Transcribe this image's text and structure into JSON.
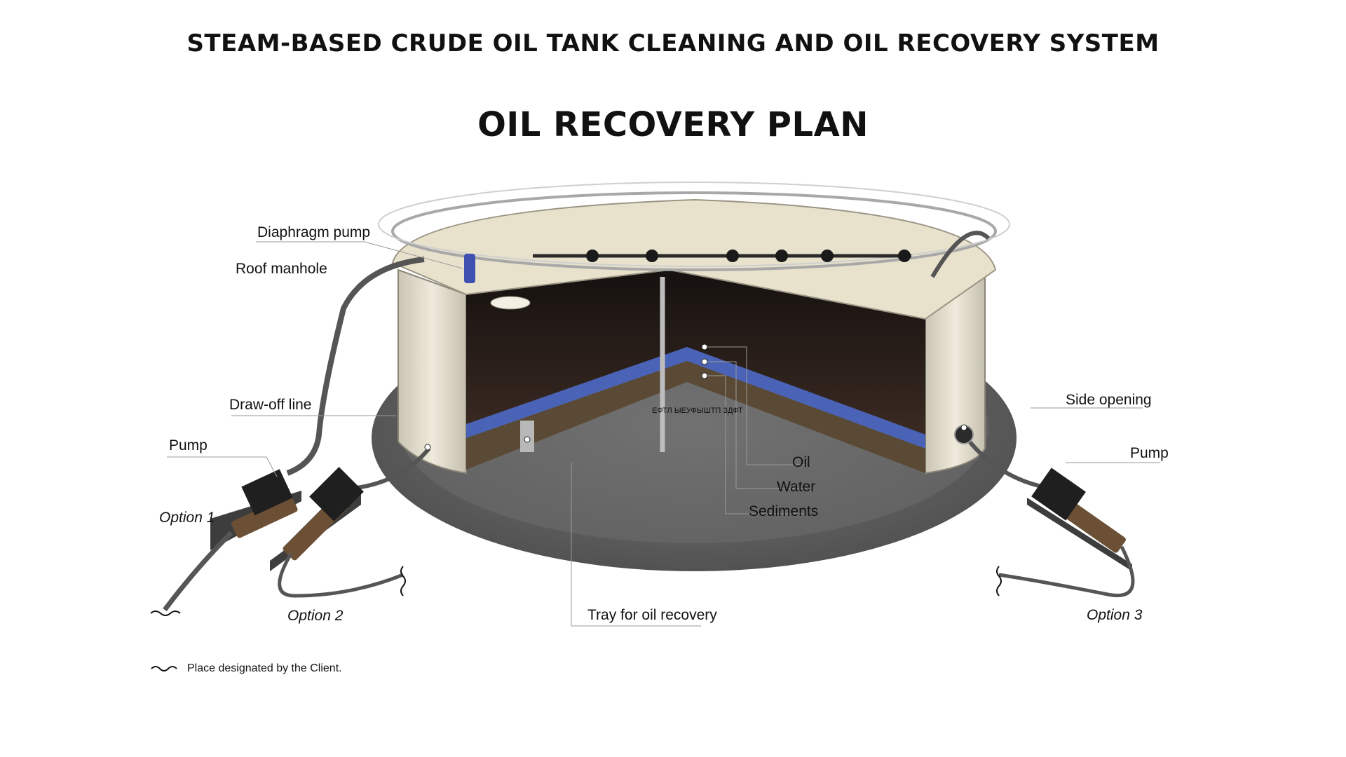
{
  "header": {
    "title": "STEAM-BASED CRUDE OIL TANK CLEANING AND OIL RECOVERY SYSTEM",
    "subtitle": "OIL RECOVERY PLAN"
  },
  "labels": {
    "diaphragm_pump": "Diaphragm pump",
    "roof_manhole": "Roof manhole",
    "draw_off_line": "Draw-off line",
    "pump_left": "Pump",
    "option1": "Option 1",
    "option2": "Option 2",
    "oil": "Oil",
    "water": "Water",
    "sediments": "Sediments",
    "tray": "Tray for oil recovery",
    "side_opening": "Side opening",
    "pump_right": "Pump",
    "option3": "Option 3",
    "center_text": "ЕФТЛ ЫЕУФЫШТП ЗДФТ"
  },
  "legend": {
    "icon": "wave-icon",
    "text": "Place designated by the Client."
  },
  "colors": {
    "oil": "#2a1d17",
    "water": "#4a63b6",
    "sediments": "#5a4a35",
    "tray": "#6c6c6c",
    "tank_wall": "#d9d4c2",
    "roof": "#e8e2cc",
    "pump_body": "#6b5035"
  }
}
